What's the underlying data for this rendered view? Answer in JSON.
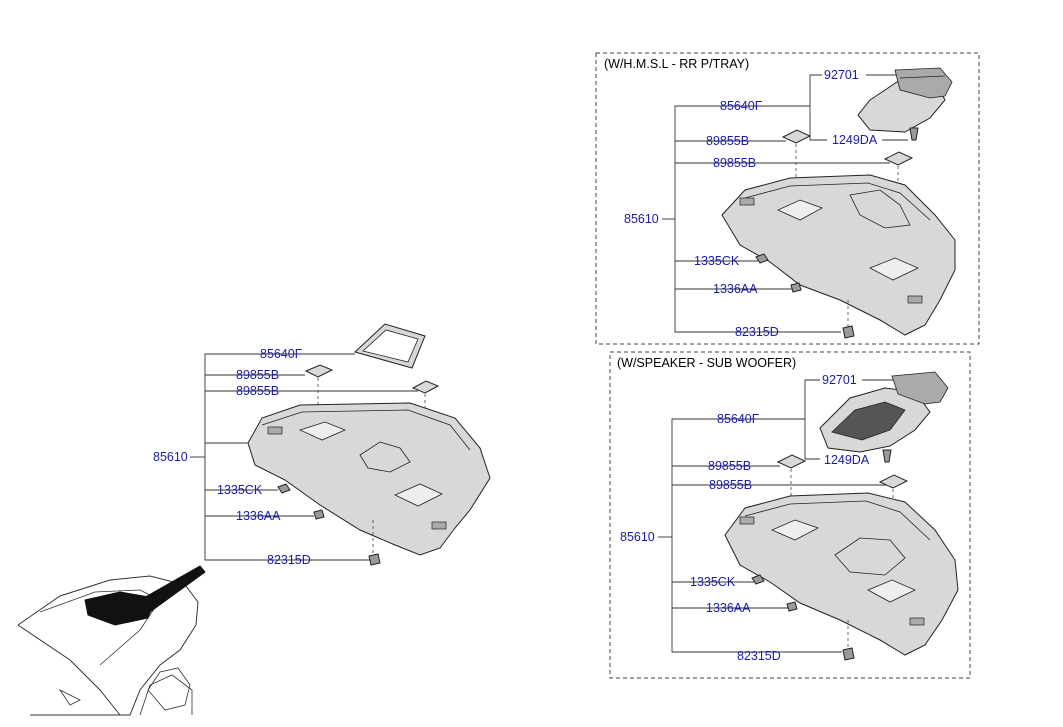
{
  "left": {
    "labels": {
      "p85640F": "85640F",
      "p89855B_1": "89855B",
      "p89855B_2": "89855B",
      "p85610": "85610",
      "p1335CK": "1335CK",
      "p1336AA": "1336AA",
      "p82315D": "82315D"
    }
  },
  "box_top": {
    "header": "(W/H.M.S.L - RR P/TRAY)",
    "labels": {
      "p92701": "92701",
      "p85640F": "85640F",
      "p89855B_1": "89855B",
      "p1249DA": "1249DA",
      "p89855B_2": "89855B",
      "p85610": "85610",
      "p1335CK": "1335CK",
      "p1336AA": "1336AA",
      "p82315D": "82315D"
    }
  },
  "box_bottom": {
    "header": "(W/SPEAKER - SUB WOOFER)",
    "labels": {
      "p92701": "92701",
      "p85640F": "85640F",
      "p89855B_1": "89855B",
      "p1249DA": "1249DA",
      "p89855B_2": "89855B",
      "p85610": "85610",
      "p1335CK": "1335CK",
      "p1336AA": "1336AA",
      "p82315D": "82315D"
    }
  }
}
